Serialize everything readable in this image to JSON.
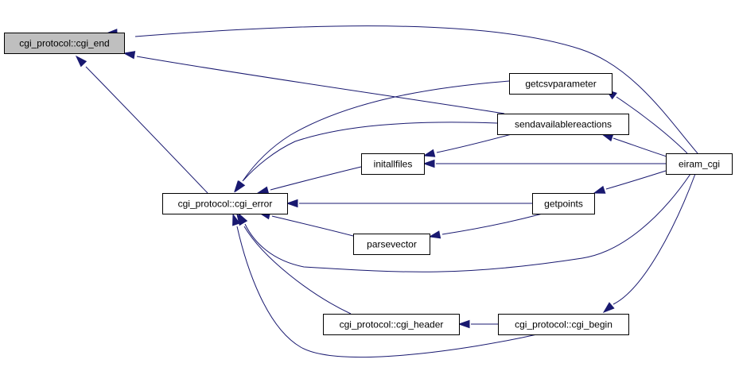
{
  "graph": {
    "nodes": [
      {
        "id": "cgi_end",
        "label": "cgi_protocol::cgi_end",
        "highlight": true
      },
      {
        "id": "getcsvparameter",
        "label": "getcsvparameter"
      },
      {
        "id": "sendavailablereactions",
        "label": "sendavailablereactions"
      },
      {
        "id": "initallfiles",
        "label": "initallfiles"
      },
      {
        "id": "eiram_cgi",
        "label": "eiram_cgi"
      },
      {
        "id": "cgi_error",
        "label": "cgi_protocol::cgi_error"
      },
      {
        "id": "getpoints",
        "label": "getpoints"
      },
      {
        "id": "parsevector",
        "label": "parsevector"
      },
      {
        "id": "cgi_header",
        "label": "cgi_protocol::cgi_header"
      },
      {
        "id": "cgi_begin",
        "label": "cgi_protocol::cgi_begin"
      }
    ],
    "edges": [
      {
        "from": "eiram_cgi",
        "to": "cgi_end"
      },
      {
        "from": "sendavailablereactions",
        "to": "cgi_end"
      },
      {
        "from": "cgi_error",
        "to": "cgi_end"
      },
      {
        "from": "getcsvparameter",
        "to": "cgi_error"
      },
      {
        "from": "sendavailablereactions",
        "to": "cgi_error"
      },
      {
        "from": "initallfiles",
        "to": "cgi_error"
      },
      {
        "from": "getpoints",
        "to": "cgi_error"
      },
      {
        "from": "parsevector",
        "to": "cgi_error"
      },
      {
        "from": "eiram_cgi",
        "to": "cgi_error"
      },
      {
        "from": "cgi_header",
        "to": "cgi_error"
      },
      {
        "from": "cgi_begin",
        "to": "cgi_error"
      },
      {
        "from": "eiram_cgi",
        "to": "getcsvparameter"
      },
      {
        "from": "eiram_cgi",
        "to": "sendavailablereactions"
      },
      {
        "from": "sendavailablereactions",
        "to": "initallfiles"
      },
      {
        "from": "eiram_cgi",
        "to": "initallfiles"
      },
      {
        "from": "eiram_cgi",
        "to": "getpoints"
      },
      {
        "from": "getpoints",
        "to": "parsevector"
      },
      {
        "from": "cgi_begin",
        "to": "cgi_header"
      },
      {
        "from": "eiram_cgi",
        "to": "cgi_begin"
      }
    ]
  }
}
